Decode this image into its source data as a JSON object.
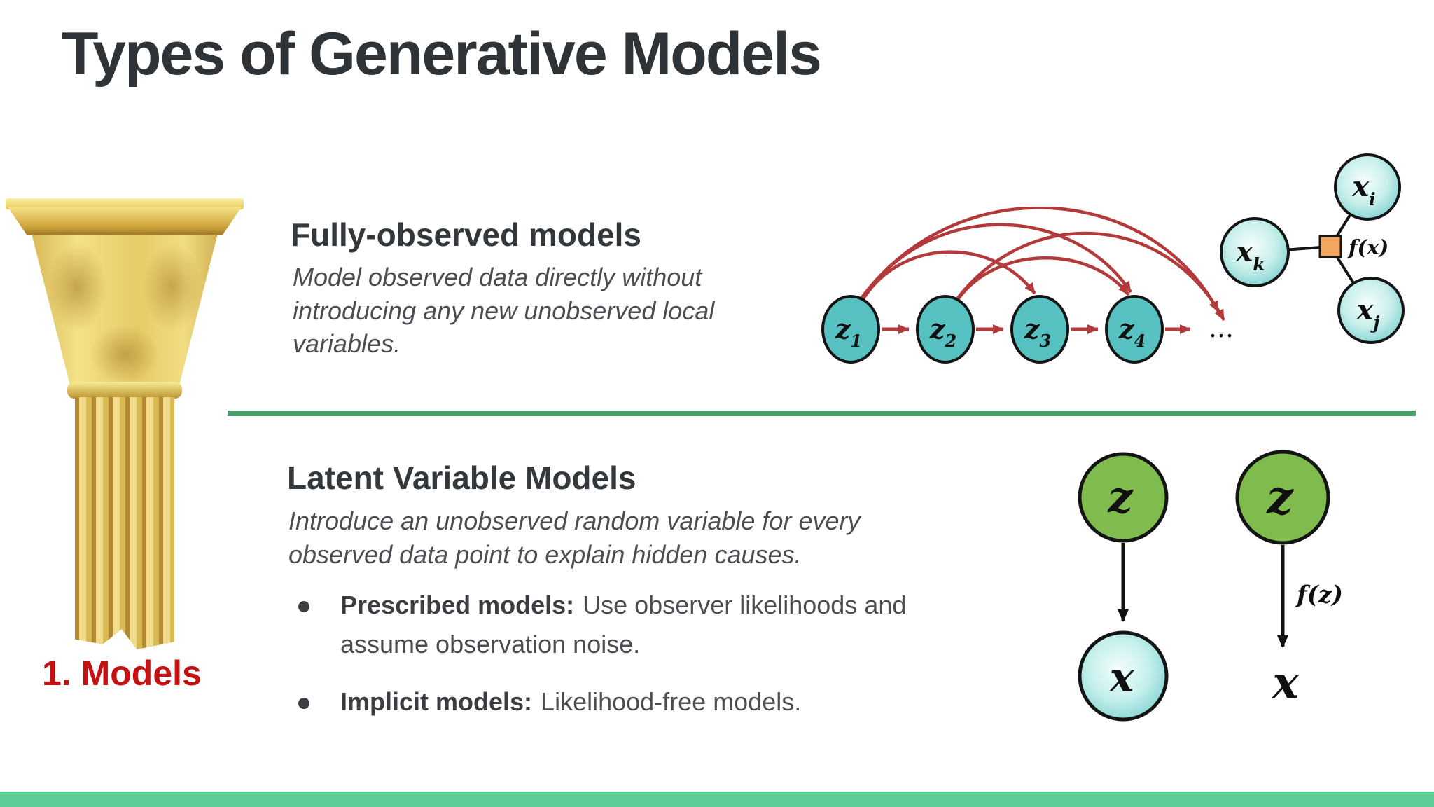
{
  "slide": {
    "title": "Types of Generative Models",
    "section_number_label": "1. Models"
  },
  "fully_observed": {
    "heading": "Fully-observed models",
    "description_lines": [
      "Model observed data directly without",
      "introducing any new unobserved local",
      "variables."
    ],
    "chain": {
      "nodes": [
        {
          "base": "z",
          "sub": "1"
        },
        {
          "base": "z",
          "sub": "2"
        },
        {
          "base": "z",
          "sub": "3"
        },
        {
          "base": "z",
          "sub": "4"
        }
      ],
      "ellipsis": "…"
    },
    "factor_graph": {
      "top_node": {
        "base": "x",
        "sub": "i"
      },
      "left_node": {
        "base": "x",
        "sub": "k"
      },
      "bottom_node": {
        "base": "x",
        "sub": "j"
      },
      "factor_label": "f(x)"
    }
  },
  "latent": {
    "heading": "Latent Variable Models",
    "description_lines": [
      "Introduce an unobserved random variable for every",
      "observed data point to explain hidden causes."
    ],
    "bullets": [
      {
        "term": "Prescribed models:",
        "text": "Use observer likelihoods and assume observation noise."
      },
      {
        "term": "Implicit models:",
        "text": "Likelihood-free models."
      }
    ],
    "prescribed_diagram": {
      "top_label": "z",
      "bottom_label": "x"
    },
    "implicit_diagram": {
      "top_label": "z",
      "arrow_label": "f(z)",
      "bottom_label": "x"
    }
  },
  "colors": {
    "accent_red": "#c41212",
    "arrow_red": "#b23a3a",
    "node_teal": "#57c1c1",
    "node_green": "#80bb4d",
    "node_cyan_edge": "#7fd2cf",
    "factor_orange": "#f2a660",
    "divider_green": "#4a9e6e",
    "footer_bar_green": "#5ecd96",
    "heading_text": "#33383c",
    "body_text": "#4a4e53"
  }
}
